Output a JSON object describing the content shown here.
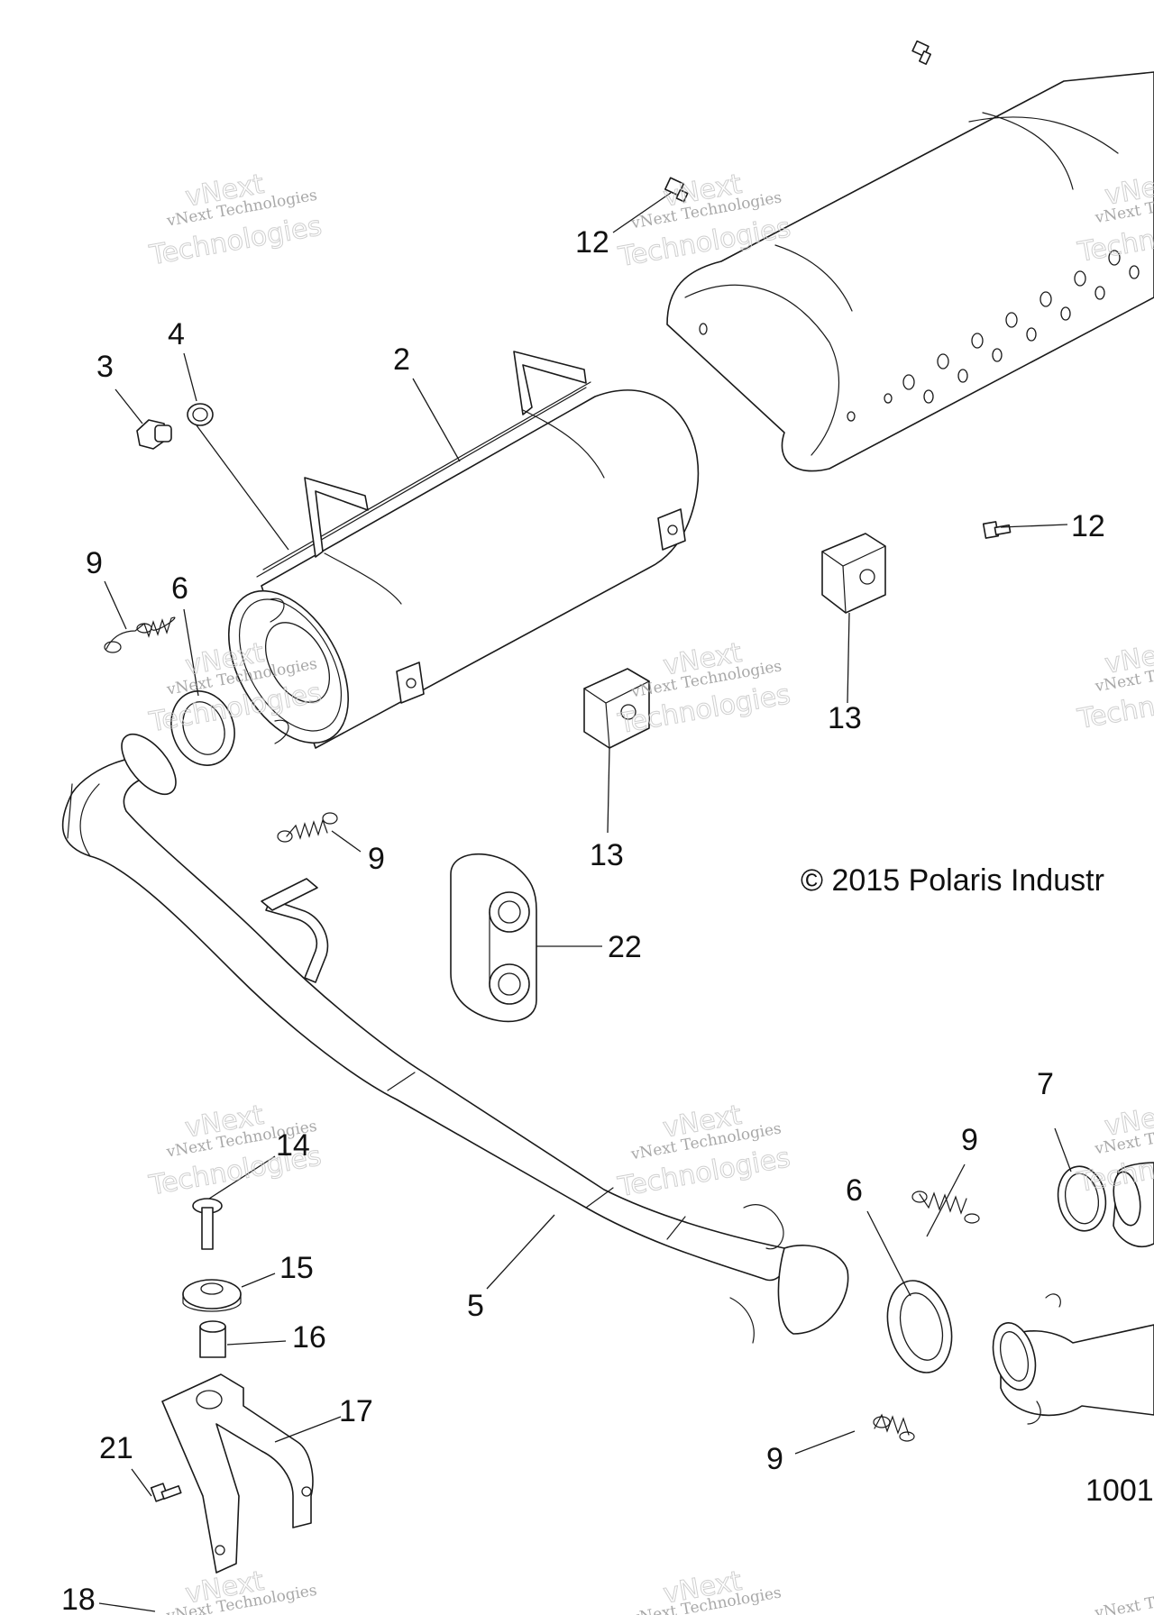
{
  "copyright": "© 2015 Polaris Industr",
  "diagram_id": "1001",
  "watermark": {
    "line_top": "vNext",
    "line_small": "vNext Technologies",
    "line_large": "Technologies"
  },
  "callouts": {
    "c2": "2",
    "c3": "3",
    "c4": "4",
    "c5": "5",
    "c6a": "6",
    "c6b": "6",
    "c7": "7",
    "c9a": "9",
    "c9b": "9",
    "c9c": "9",
    "c9d": "9",
    "c12a": "12",
    "c12b": "12",
    "c13a": "13",
    "c13b": "13",
    "c14": "14",
    "c15": "15",
    "c16": "16",
    "c17": "17",
    "c18": "18",
    "c21": "21",
    "c22": "22"
  }
}
